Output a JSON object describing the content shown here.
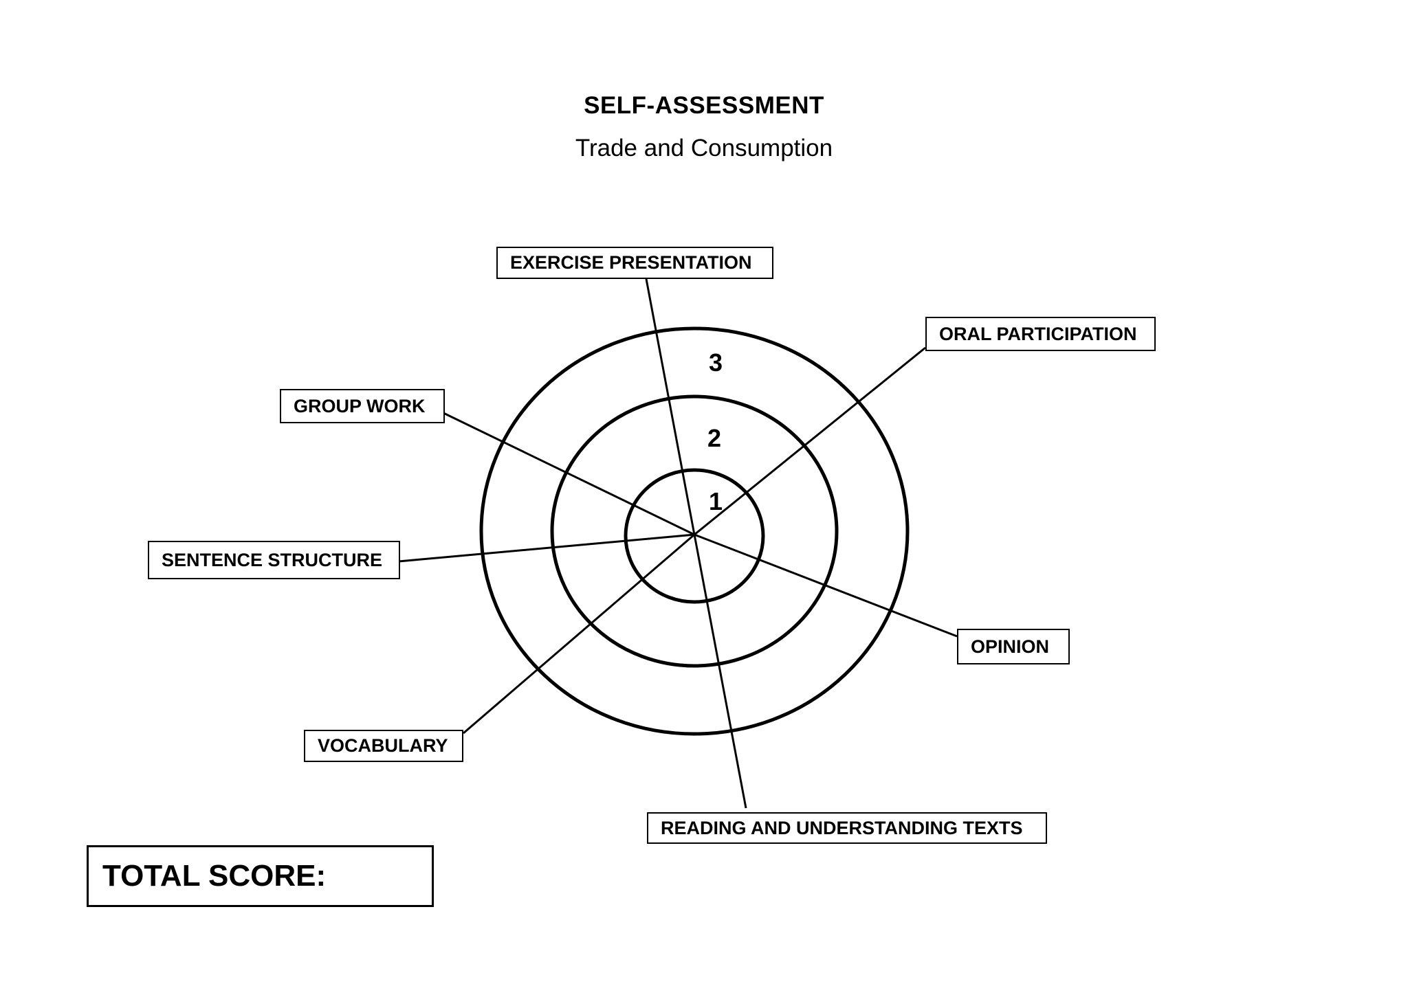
{
  "header": {
    "title": "SELF-ASSESSMENT",
    "subtitle": "Trade and Consumption"
  },
  "diagram": {
    "ring_labels": [
      "1",
      "2",
      "3"
    ],
    "axes": [
      {
        "id": "exercise-presentation",
        "label": "EXERCISE PRESENTATION"
      },
      {
        "id": "oral-participation",
        "label": "ORAL PARTICIPATION"
      },
      {
        "id": "group-work",
        "label": "GROUP WORK"
      },
      {
        "id": "sentence-structure",
        "label": "SENTENCE STRUCTURE"
      },
      {
        "id": "opinion",
        "label": "OPINION"
      },
      {
        "id": "vocabulary",
        "label": "VOCABULARY"
      },
      {
        "id": "reading-and-understanding-texts",
        "label": "READING AND UNDERSTANDING TEXTS"
      }
    ]
  },
  "footer": {
    "total_score_label": "TOTAL SCORE:"
  },
  "colors": {
    "ink": "#000000",
    "paper": "#ffffff"
  }
}
